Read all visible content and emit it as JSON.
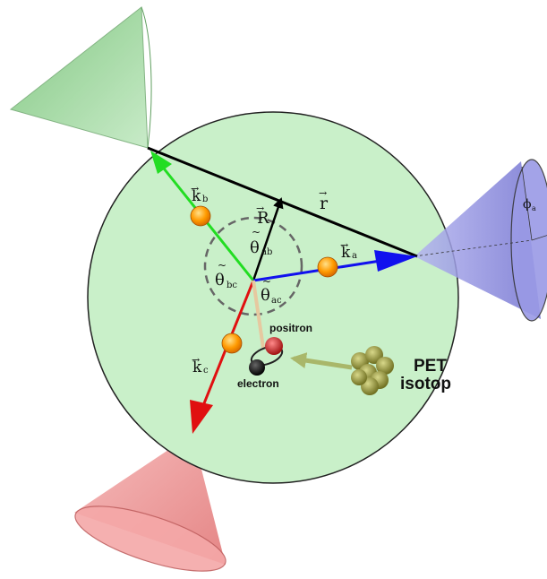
{
  "labels": {
    "k_b": "k",
    "k_b_sub": "b",
    "k_a": "k",
    "k_a_sub": "a",
    "k_c": "k",
    "k_c_sub": "c",
    "R": "R",
    "r": "r",
    "theta_ab": "θ",
    "theta_ab_sub": "ab",
    "theta_bc": "θ",
    "theta_bc_sub": "bc",
    "theta_ac": "θ",
    "theta_ac_sub": "ac",
    "phi_a": "ϕ",
    "phi_a_sub": "a",
    "positron": "positron",
    "electron": "electron",
    "pet_line1": "PET",
    "pet_line2": "isotop",
    "vector_mark": "→",
    "tilde_mark": "~"
  },
  "colors": {
    "sphere_fill": "#c9f0c9",
    "sphere_stroke": "#222222",
    "green_arrow": "#22dd22",
    "blue_arrow": "#1111ee",
    "red_arrow": "#e01010",
    "black_arrow": "#000000",
    "cone_green": "#8fd08f",
    "cone_blue": "#8f8fe0",
    "cone_red": "#f08f8f",
    "photon": "#ff9900",
    "positron": "#cc2222",
    "electron": "#111111",
    "isotope": "#9a9a40",
    "beige_line": "#e6c9a0",
    "olive_arrow": "#a9b76a"
  }
}
